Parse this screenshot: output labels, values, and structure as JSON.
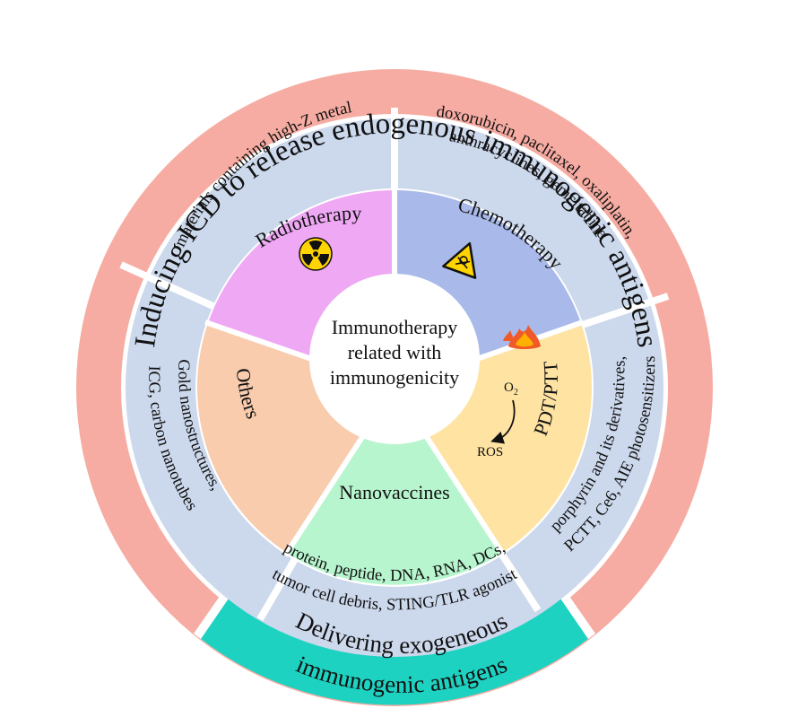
{
  "colors": {
    "outer_ring": "#F6ACA2",
    "bottom_band": "#1ED2C1",
    "middle_ring": "#CCD8EC",
    "radiotherapy": "#EFA8F4",
    "chemotherapy": "#A9B9E9",
    "pdt_ptt": "#FEE3A2",
    "nanovaccines": "#B7F5CE",
    "others": "#F8CCAD",
    "center": "#FFFFFF"
  },
  "outer": {
    "top_arc": "Inducing ICD to release endogenous immunogenic antigens",
    "bottom_line1": "Delivering exogeneous",
    "bottom_line2": "immunogenic antigens"
  },
  "middle": {
    "radiotherapy": "materials containing high-Z metal",
    "chemotherapy_line1": "doxorubicin, paclitaxel, oxaliplatin,",
    "chemotherapy_line2": "anthracyclines, gemcitabine",
    "pdt_line1": "porphyrin and its derivatives,",
    "pdt_line2": "PCTT, Ce6, AIE photosensitizers",
    "nanovaccine_line1": "protein, peptide, DNA, RNA, DCs,",
    "nanovaccine_line2": "tumor cell debris, STING/TLR agonist",
    "others_line1": "Gold nanostructures,",
    "others_line2": "ICG, carbon nanotubes"
  },
  "inner": {
    "radiotherapy": "Radiotherapy",
    "chemotherapy": "Chemotherapy",
    "pdt_ptt": "PDT/PTT",
    "nanovaccines": "Nanovaccines",
    "others": "Others"
  },
  "center": {
    "line1": "Immunotherapy",
    "line2": "related with",
    "line3": "immunogenicity"
  },
  "icons": {
    "radiation": "radiation-icon",
    "toxic": "toxic-warning-icon",
    "flame": "flame-icon",
    "o2_label": "O",
    "o2_sub": "2",
    "ros_label": "ROS"
  }
}
